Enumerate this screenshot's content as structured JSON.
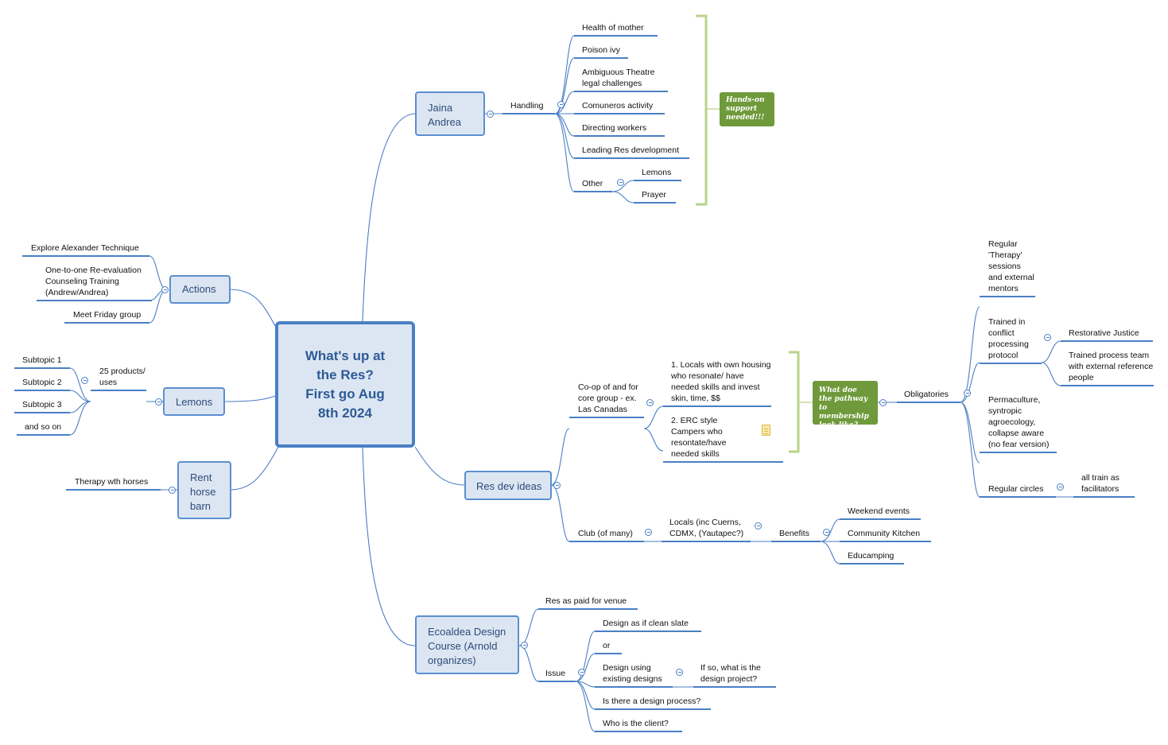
{
  "central": {
    "title": "What's up at the Res? First go Aug 8th 2024"
  },
  "jaina": {
    "label": "Jaina Andrea",
    "handling": "Handling",
    "items": [
      "Health of mother",
      "Poison ivy",
      "Ambiguous Theatre legal challenges",
      "Comuneros activity",
      "Directing workers",
      "Leading Res development"
    ],
    "other": "Other",
    "other_items": [
      "Lemons",
      "Prayer"
    ],
    "callout": "Hands-on support needed!!!"
  },
  "actions": {
    "label": "Actions",
    "items": [
      "Explore Alexander Technique",
      "One-to-one Re-evaluation Counseling Training (Andrew/Andrea)",
      "Meet Friday group"
    ]
  },
  "lemons": {
    "label": "Lemons",
    "sub": "25 products/ uses",
    "items": [
      "Subtopic 1",
      "Subtopic 2",
      "Subtopic 3",
      "and so on"
    ]
  },
  "horse": {
    "label": "Rent horse barn",
    "item": "Therapy wth horses"
  },
  "resdev": {
    "label": "Res dev ideas",
    "coop": "Co-op of and for core group - ex. Las Canadas",
    "coop_items": [
      "1. Locals with own housing who resonate/ have needed skills and invest skin, time, $$",
      "2. ERC style Campers who resontate/have needed skills"
    ],
    "callout": "What doe the pathway to membership look like?",
    "obligatories": "Obligatories",
    "ob_items": {
      "therapy": "Regular 'Therapy' sessions and external mentors",
      "conflict": "Trained in conflict processing protocol",
      "restorative": "Restorative Justice",
      "process_team": "Trained process team with external reference people",
      "permaculture": "Permaculture, syntropic agroecology, collapse aware (no fear version)",
      "circles": "Regular circles",
      "facilitators": "all train as facilitators"
    },
    "club": "Club (of many)",
    "locals": "Locals (inc Cuerns, CDMX, (Yautapec?)",
    "benefits": "Benefits",
    "benefit_items": [
      "Weekend events",
      "Community Kitchen",
      "Educamping"
    ]
  },
  "eco": {
    "label": "Ecoaldea Design Course (Arnold organizes)",
    "venue": "Res as paid for venue",
    "issue": "Issue",
    "issue_items": {
      "clean": "Design as if clean slate",
      "or": "or",
      "existing": "Design using existing designs",
      "ifso": "If so, what is the design project?",
      "process": "Is there a design process?",
      "client": "Who is the client?"
    }
  },
  "colors": {
    "line": "#4a7fc4",
    "node_fill": "#dce6f2",
    "callout": "#6f9a3b",
    "bracket": "#b9d38a"
  }
}
